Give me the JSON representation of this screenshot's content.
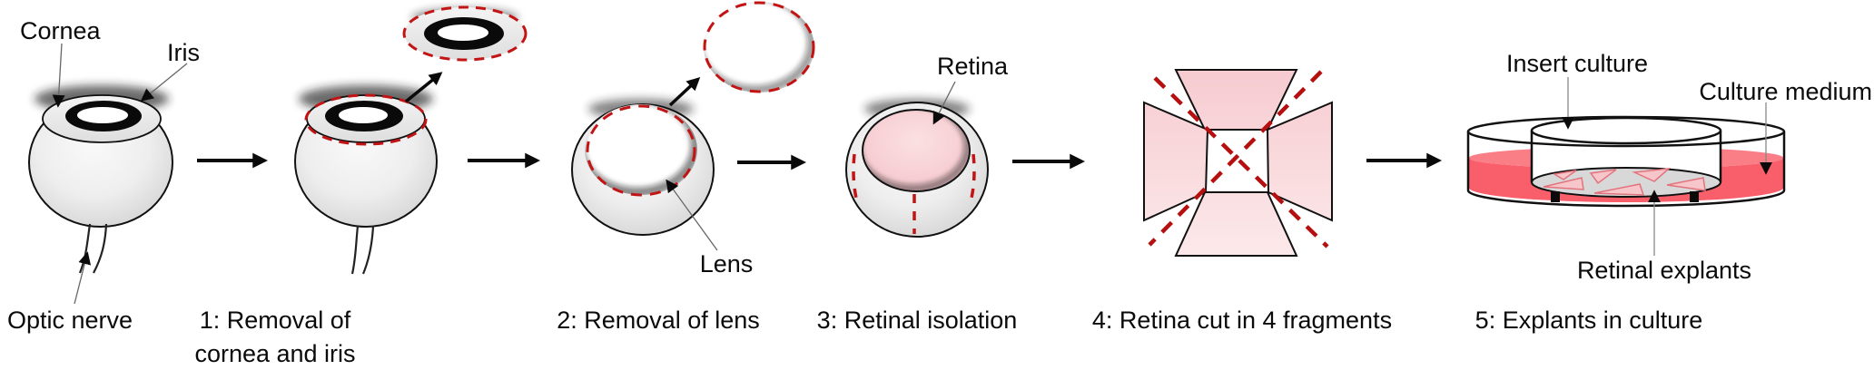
{
  "figure": {
    "background": "#ffffff",
    "colors": {
      "outline": "#111111",
      "cut_line_red": "#c21414",
      "retina_pink": "#f8d4d8",
      "culture_medium_red": "#f9626c",
      "eye_gray": "#e9e9e9",
      "membrane_gray": "#d8d8d8"
    }
  },
  "anatomy_labels": {
    "cornea": "Cornea",
    "iris": "Iris",
    "optic_nerve": "Optic nerve",
    "lens": "Lens",
    "retina": "Retina"
  },
  "culture_labels": {
    "insert_culture": "Insert culture",
    "culture_medium": "Culture medium",
    "retinal_explants": "Retinal explants"
  },
  "steps": [
    {
      "id": 1,
      "caption_line1": "1: Removal of",
      "caption_line2": "cornea and iris"
    },
    {
      "id": 2,
      "caption": "2: Removal of lens"
    },
    {
      "id": 3,
      "caption": "3: Retinal isolation"
    },
    {
      "id": 4,
      "caption": "4: Retina cut in 4 fragments"
    },
    {
      "id": 5,
      "caption": "5: Explants in culture"
    }
  ]
}
